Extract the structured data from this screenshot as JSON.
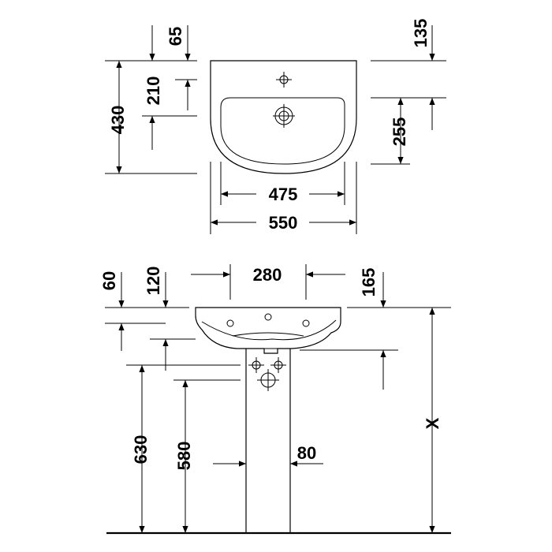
{
  "top_view": {
    "dim_65": "65",
    "dim_210": "210",
    "dim_430": "430",
    "dim_135": "135",
    "dim_255": "255",
    "dim_475": "475",
    "dim_550": "550"
  },
  "side_view": {
    "dim_60": "60",
    "dim_120": "120",
    "dim_280": "280",
    "dim_165": "165",
    "dim_630": "630",
    "dim_580": "580",
    "dim_80": "80",
    "dim_x": "X"
  },
  "colors": {
    "line": "#000000",
    "background": "#ffffff"
  }
}
